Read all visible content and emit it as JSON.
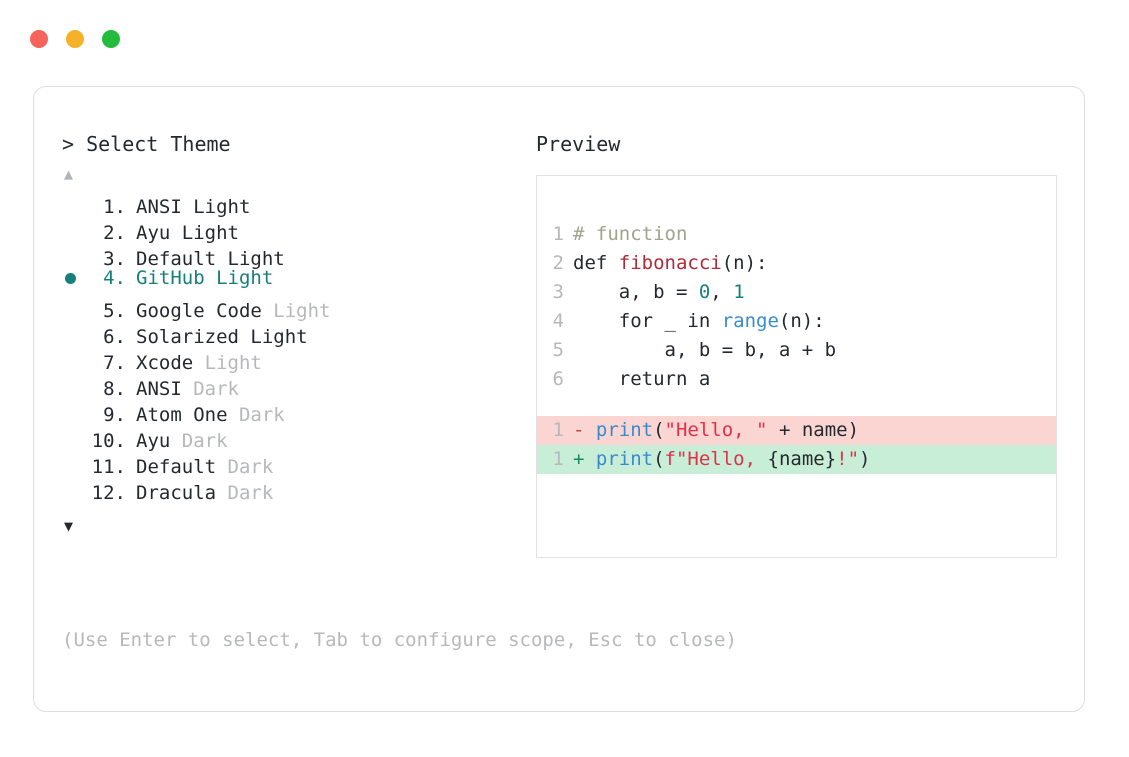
{
  "window": {
    "dots": [
      {
        "name": "close",
        "color": "#f4635c"
      },
      {
        "name": "minimize",
        "color": "#f5b228"
      },
      {
        "name": "maximize",
        "color": "#22bb3c"
      }
    ]
  },
  "left": {
    "title": "> Select Theme",
    "scroll_up": "▲",
    "scroll_down": "▼",
    "themes": [
      {
        "index": "1.",
        "name": "ANSI",
        "variant": "Light",
        "variant_muted": false,
        "selected": false
      },
      {
        "index": "2.",
        "name": "Ayu",
        "variant": "Light",
        "variant_muted": false,
        "selected": false
      },
      {
        "index": "3.",
        "name": "Default",
        "variant": "Light",
        "variant_muted": false,
        "selected": false
      },
      {
        "index": "4.",
        "name": "GitHub",
        "variant": "Light",
        "variant_muted": false,
        "selected": true
      },
      {
        "index": "5.",
        "name": "Google Code",
        "variant": "Light",
        "variant_muted": true,
        "selected": false
      },
      {
        "index": "6.",
        "name": "Solarized",
        "variant": "Light",
        "variant_muted": false,
        "selected": false
      },
      {
        "index": "7.",
        "name": "Xcode",
        "variant": "Light",
        "variant_muted": true,
        "selected": false
      },
      {
        "index": "8.",
        "name": "ANSI",
        "variant": "Dark",
        "variant_muted": true,
        "selected": false
      },
      {
        "index": "9.",
        "name": "Atom One",
        "variant": "Dark",
        "variant_muted": true,
        "selected": false
      },
      {
        "index": "10.",
        "name": "Ayu",
        "variant": "Dark",
        "variant_muted": true,
        "selected": false
      },
      {
        "index": "11.",
        "name": "Default",
        "variant": "Dark",
        "variant_muted": true,
        "selected": false
      },
      {
        "index": "12.",
        "name": "Dracula",
        "variant": "Dark",
        "variant_muted": true,
        "selected": false
      }
    ],
    "hint": "(Use Enter to select, Tab to configure scope, Esc to close)"
  },
  "right": {
    "title": "Preview",
    "code": {
      "lines": [
        {
          "n": "1",
          "tokens": [
            {
              "t": "# function",
              "c": "comment"
            }
          ]
        },
        {
          "n": "2",
          "tokens": [
            {
              "t": "def ",
              "c": "kw"
            },
            {
              "t": "fibonacci",
              "c": "fn"
            },
            {
              "t": "(n):",
              "c": "plain"
            }
          ]
        },
        {
          "n": "3",
          "tokens": [
            {
              "t": "    a, b = ",
              "c": "plain"
            },
            {
              "t": "0",
              "c": "num"
            },
            {
              "t": ", ",
              "c": "plain"
            },
            {
              "t": "1",
              "c": "num"
            }
          ]
        },
        {
          "n": "4",
          "tokens": [
            {
              "t": "    for _ in ",
              "c": "plain"
            },
            {
              "t": "range",
              "c": "builtin"
            },
            {
              "t": "(n):",
              "c": "plain"
            }
          ]
        },
        {
          "n": "5",
          "tokens": [
            {
              "t": "        a, b = b, a + b",
              "c": "plain"
            }
          ]
        },
        {
          "n": "6",
          "tokens": [
            {
              "t": "    return a",
              "c": "plain"
            }
          ]
        }
      ],
      "diff": [
        {
          "n": "1",
          "kind": "del",
          "sign": "-",
          "tokens": [
            {
              "t": "print",
              "c": "call"
            },
            {
              "t": "(",
              "c": "plain"
            },
            {
              "t": "\"Hello, \"",
              "c": "str"
            },
            {
              "t": " + name)",
              "c": "plain"
            }
          ]
        },
        {
          "n": "1",
          "kind": "add",
          "sign": "+",
          "tokens": [
            {
              "t": "print",
              "c": "call"
            },
            {
              "t": "(",
              "c": "plain"
            },
            {
              "t": "f\"Hello, ",
              "c": "str"
            },
            {
              "t": "{name}",
              "c": "plain"
            },
            {
              "t": "!\"",
              "c": "str"
            },
            {
              "t": ")",
              "c": "plain"
            }
          ]
        }
      ]
    }
  },
  "colors": {
    "accent_teal": "#17807a",
    "diff_del_bg": "#fbd5d2",
    "diff_add_bg": "#c9eed7",
    "muted": "#b6b8ba",
    "text": "#24292e"
  }
}
